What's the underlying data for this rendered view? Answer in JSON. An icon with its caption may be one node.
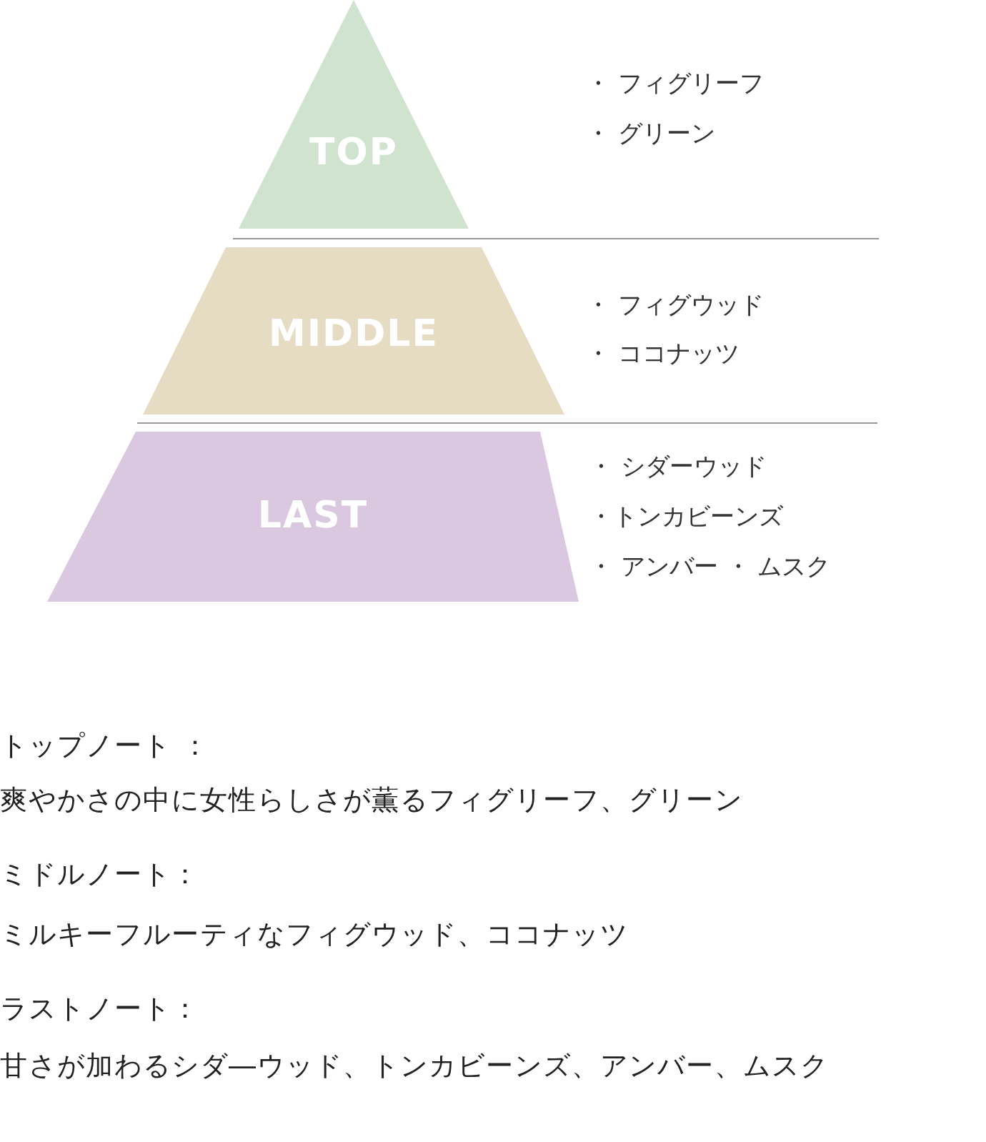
{
  "diagram": {
    "nodes": [
      {
        "text": [
          "TOP"
        ],
        "beside": [
          "・ フィグリーフ",
          "・ グリーン"
        ]
      },
      {
        "text": [
          "MIDDLE"
        ],
        "beside": [
          "・ フィグウッド",
          "・ ココナッツ"
        ]
      },
      {
        "text": [
          "LAST"
        ],
        "beside": [
          "・ シダーウッド",
          "・トンカビーンズ",
          "・ アンバー ・ ムスク"
        ]
      }
    ],
    "labels": [
      "トップノート ：",
      "爽やかさの中に女性らしさが薫るフィグリーフ、グリーン",
      "ミドルノート：",
      "ミルキーフルーティなフィグウッド、ココナッツ",
      "ラストノート：",
      "甘さが加わるシダ―ウッド、トンカビーンズ、アンバー、ムスク"
    ]
  }
}
